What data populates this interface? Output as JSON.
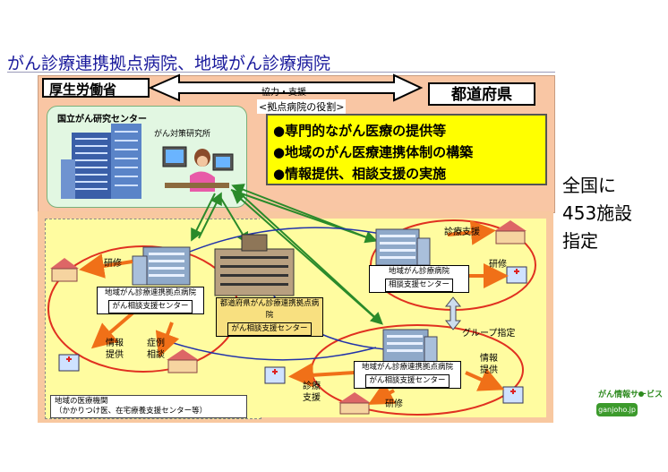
{
  "title": "がん診療連携拠点病院、地域がん診療病院",
  "top": {
    "mhlw": "厚生労働省",
    "prefecture": "都道府県",
    "cooperation": "協力・支援",
    "role_title": "<拠点病院の役割>",
    "roles": [
      "●専門的ながん医療の提供等",
      "●地域のがん医療連携体制の構築",
      "●情報提供、相談支援の実施"
    ]
  },
  "ncc": {
    "title": "国立がん研究センター",
    "subtitle": "がん対策研究所"
  },
  "count": {
    "line1": "全国に",
    "line2": "453施設",
    "line3": "指定"
  },
  "hospitals": {
    "local_center_name": "地域がん診療連携拠点病院",
    "local_center_support": "がん相談支援センター",
    "pref_center_name": "都道府県がん診療連携拠点病院",
    "pref_center_support": "がん相談支援センター",
    "regional_name": "地域がん診療病院",
    "regional_support": "相談支援センター",
    "local_center2_name": "地域がん診療連携拠点病院",
    "local_center2_support": "がん相談支援センター"
  },
  "labels": {
    "training_left": "研修",
    "info_left": "情報\n提供",
    "symptom_consult": "症例\n相談",
    "support_top_right": "診療支援",
    "training_right": "研修",
    "group_designation": "グループ指定",
    "support_bottom": "診療\n支援",
    "info_bottom_right": "情報\n提供",
    "training_bottom": "研修"
  },
  "medical_institutions": {
    "line1": "地域の医療機関",
    "line2": "（かかりつけ医、在宅療養支援センター等）"
  },
  "logo": {
    "text": "がん情報サービス",
    "url": "ganjoho.jp"
  },
  "colors": {
    "title": "#1a1a9c",
    "top_panel": "#f9c6a4",
    "role_box": "#ffff00",
    "area_yellow": "#fffca0",
    "network_red": "#e03020",
    "network_blue": "#2233aa",
    "link_green": "#2a8a2a",
    "arrow_orange": "#f07018"
  }
}
